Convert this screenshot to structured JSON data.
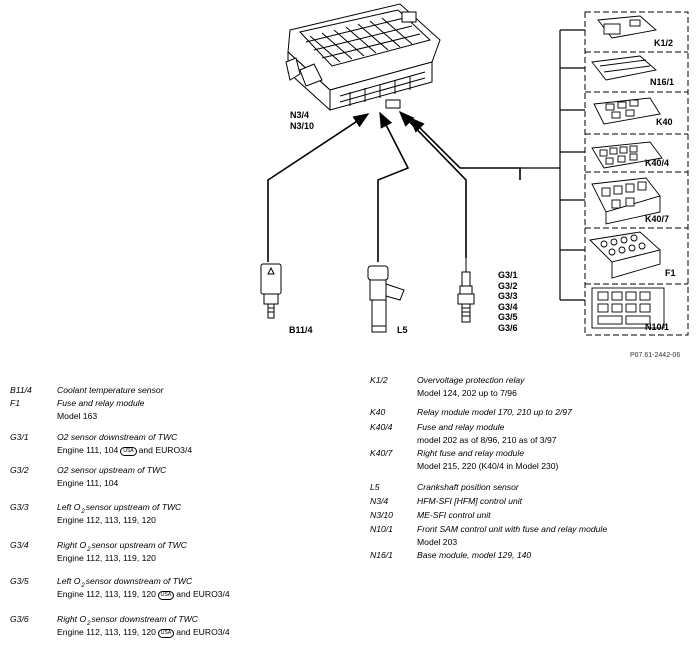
{
  "diagram": {
    "figure_ref": "P07.61-2442-06",
    "labels": {
      "ecu": "N3/4\nN3/10",
      "b11_4": "B11/4",
      "l5": "L5",
      "g3": "G3/1\nG3/2\nG3/3\nG3/4\nG3/5\nG3/6",
      "k1_2": "K1/2",
      "n16_1": "N16/1",
      "k40": "K40",
      "k40_4": "K40/4",
      "k40_7": "K40/7",
      "f1": "F1",
      "n10_1": "N10/1"
    }
  },
  "legend_left": [
    {
      "code": "B11/4",
      "title": "Coolant temperature sensor",
      "sub": ""
    },
    {
      "code": "F1",
      "title": "Fuse and relay module",
      "sub": "Model 163"
    },
    {
      "code": "G3/1",
      "title": "O2 sensor downstream of TWC",
      "sub_parts": [
        "Engine 111, 104",
        "USA",
        "and",
        "EURO3/4"
      ]
    },
    {
      "code": "G3/2",
      "title": "O2 sensor upstream of TWC",
      "sub": "Engine 111, 104"
    },
    {
      "code": "G3/3",
      "title_parts": [
        "Left O",
        "2",
        "sensor upstream of TWC"
      ],
      "sub": "Engine 112, 113, 119, 120"
    },
    {
      "code": "G3/4",
      "title_parts": [
        "Right O",
        "2",
        "sensor upstream of TWC"
      ],
      "sub": "Engine 112, 113, 119, 120"
    },
    {
      "code": "G3/5",
      "title_parts": [
        "Left O",
        "2",
        "sensor downstream of TWC"
      ],
      "sub_parts": [
        "Engine 112, 113, 119, 120",
        "USA",
        "and",
        "EURO3/4"
      ]
    },
    {
      "code": "G3/6",
      "title_parts": [
        "Right O",
        "2",
        "sensor downstream of TWC"
      ],
      "sub_parts": [
        "Engine 112, 113, 119, 120",
        "USA",
        "and",
        "EURO3/4"
      ]
    }
  ],
  "legend_right": [
    {
      "code": "K1/2",
      "title": "Overvoltage protection relay",
      "sub": "Model 124, 202 up to 7/96"
    },
    {
      "code": "K40",
      "title": "Relay module model 170, 210 up to 2/97",
      "sub": ""
    },
    {
      "code": "K40/4",
      "title": "Fuse and relay module",
      "sub": "model 202 as of 8/96, 210 as of 3/97"
    },
    {
      "code": "K40/7",
      "title": "Right fuse and relay module",
      "sub": "Model 215, 220 (K40/4 in Model 230)"
    },
    {
      "code": "L5",
      "title": "Crankshaft position sensor",
      "sub": ""
    },
    {
      "code": "N3/4",
      "title": "HFM-SFI [HFM] control unit",
      "sub": ""
    },
    {
      "code": "N3/10",
      "title": "ME-SFI control unit",
      "sub": ""
    },
    {
      "code": "N10/1",
      "title": "Front SAM control unit with fuse and relay module",
      "sub": "Model 203"
    },
    {
      "code": "N16/1",
      "title": "Base module, model 129, 140",
      "sub": ""
    }
  ]
}
